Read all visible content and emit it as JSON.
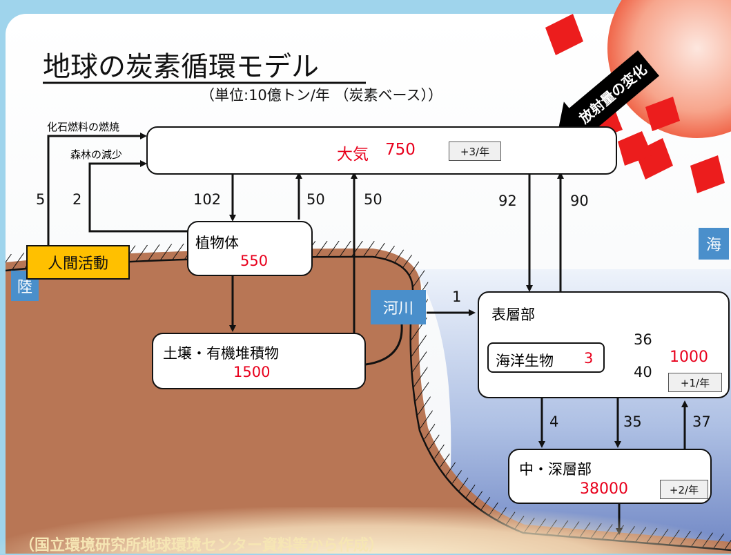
{
  "title": "地球の炭素循環モデル",
  "unit": "（単位:10億トン/年 （炭素ベース））",
  "radiation_label": "放射量の変化",
  "regions": {
    "land": "陸",
    "sea": "海",
    "river": "河川"
  },
  "human": {
    "label": "人間活動",
    "fossil": "化石燃料の燃焼",
    "forest": "森林の減少"
  },
  "pools": {
    "atmosphere": {
      "label": "大気",
      "value": "750",
      "change": "+3/年"
    },
    "plants": {
      "label": "植物体",
      "value": "550"
    },
    "soil": {
      "label": "土壌・有機堆積物",
      "value": "1500"
    },
    "surface": {
      "label": "表層部",
      "value": "1000",
      "change": "+1/年"
    },
    "marine_life": {
      "label": "海洋生物",
      "value": "3"
    },
    "deep": {
      "label": "中・深層部",
      "value": "38000",
      "change": "+2/年"
    }
  },
  "fluxes": {
    "fossil": "5",
    "deforest": "2",
    "atm_to_plant": "102",
    "plant_to_atm": "50",
    "soil_to_atm": "50",
    "atm_to_ocean": "92",
    "ocean_to_atm": "90",
    "river": "1",
    "bio_up": "36",
    "bio_down": "40",
    "surf_to_deep_bio": "4",
    "surf_to_deep": "35",
    "deep_to_surf": "37"
  },
  "source": "（国立環境研究所地球環境センター資料等から作成）"
}
